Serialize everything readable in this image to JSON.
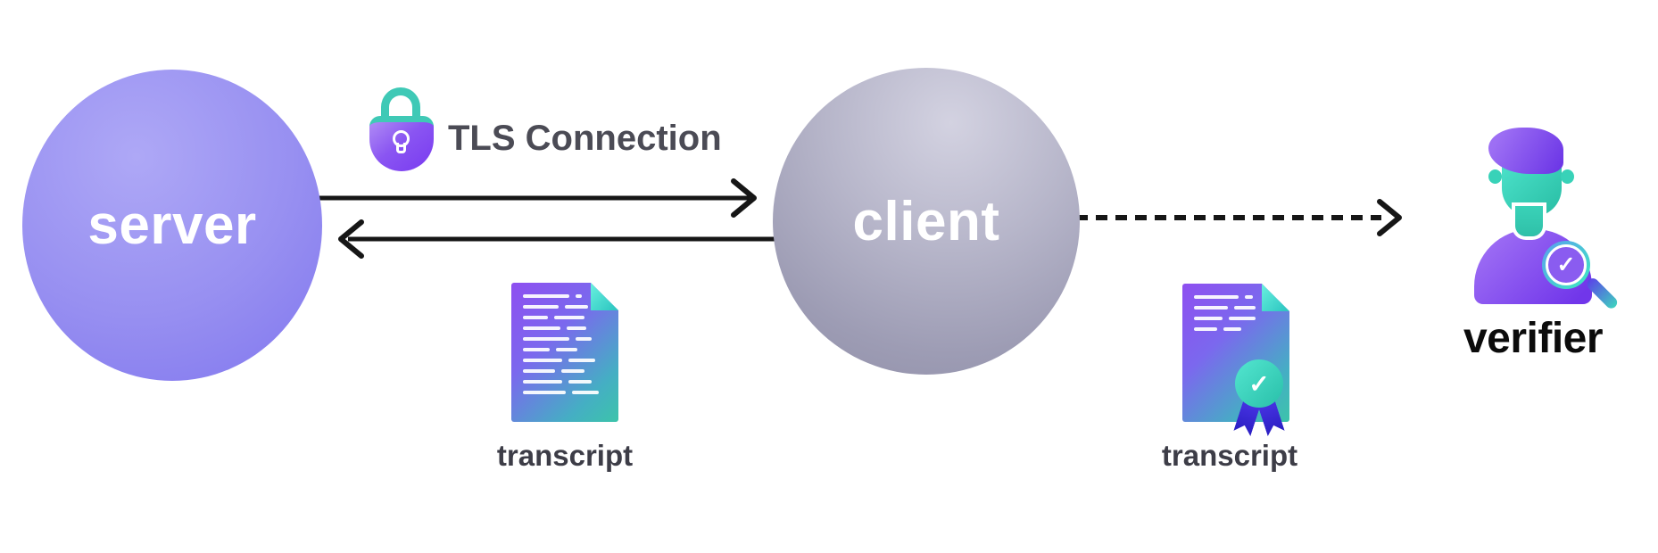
{
  "nodes": {
    "server": {
      "label": "server"
    },
    "client": {
      "label": "client"
    },
    "verifier": {
      "label": "verifier"
    }
  },
  "tls": {
    "label": "TLS Connection"
  },
  "transcripts": {
    "plain": {
      "label": "transcript"
    },
    "sealed": {
      "label": "transcript"
    }
  },
  "icons": {
    "check_glyph": "✓",
    "lock": "padlock-icon",
    "document": "document-icon",
    "sealed_document": "sealed-document-icon",
    "magnifier": "magnifying-glass-icon",
    "person": "person-icon"
  },
  "colors": {
    "arrow": "#161616",
    "accent_purple": "#8b5cf6",
    "teal": "#3fc9b6",
    "server_fill": "#978ff1",
    "client_fill": "#a8a7bd",
    "label_dark": "#4b4b55",
    "doc_label": "#3d3d47",
    "verifier_label": "#0b0b0b"
  },
  "docs": {
    "left_lines": [
      [
        52,
        7
      ],
      [
        40,
        26
      ],
      [
        28,
        34
      ],
      [
        42,
        22
      ],
      [
        52,
        18
      ],
      [
        30,
        24
      ],
      [
        44,
        30
      ],
      [
        36,
        26
      ],
      [
        44,
        26
      ],
      [
        48,
        30
      ]
    ],
    "right_lines": [
      [
        50,
        9
      ],
      [
        38,
        24
      ],
      [
        32,
        30
      ],
      [
        26,
        20
      ]
    ]
  }
}
